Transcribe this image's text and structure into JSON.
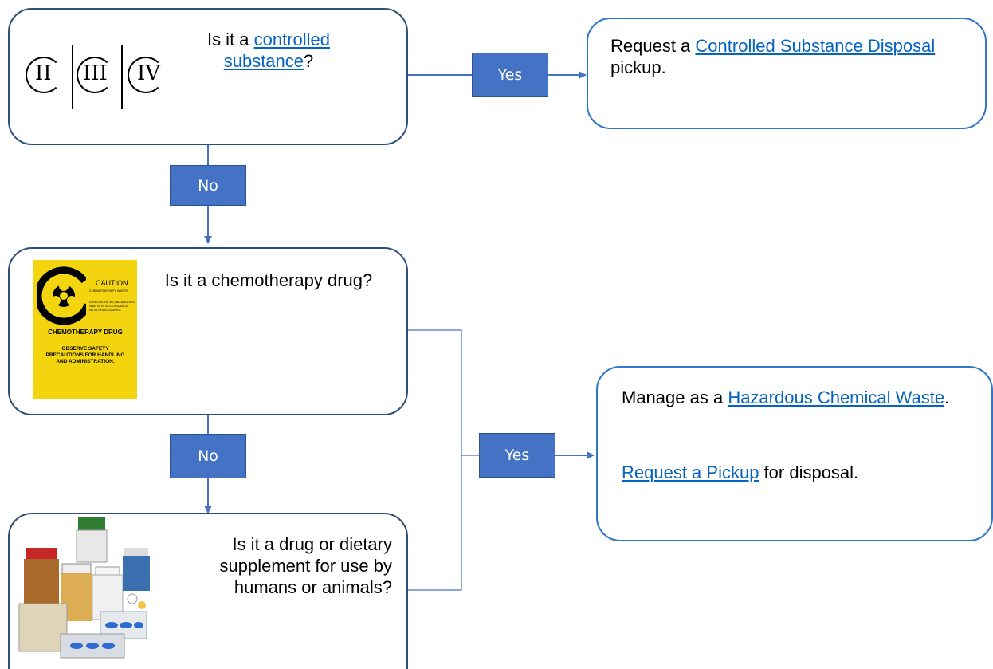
{
  "q1": {
    "prefix": "Is it a ",
    "link": "controlled substance",
    "suffix": "?",
    "schedules": [
      "II",
      "III",
      "IV"
    ]
  },
  "q2": {
    "text": "Is it a chemotherapy drug?",
    "label": {
      "caution": "CAUTION",
      "small1": "CHEMOTHERAPY WASTE",
      "small2": "DISPOSE OF AS HAZARDOUS WASTE IN ACCORDANCE WITH PROCEDURES",
      "heading": "CHEMOTHERAPY DRUG",
      "observe": "OBSERVE SAFETY PRECAUTIONS FOR HANDLING AND ADMINISTRATION."
    }
  },
  "q3": {
    "text": "Is it a drug or dietary supplement for use by humans or animals?"
  },
  "yes_label": "Yes",
  "no_label": "No",
  "outcome1": {
    "prefix": "Request a ",
    "link": "Controlled Substance Disposal",
    "suffix": " pickup."
  },
  "outcome2": {
    "prefix": "Manage as a ",
    "link": "Hazardous Chemical Waste",
    "suffix": ".",
    "link2": "Request a Pickup",
    "suffix2": " for disposal."
  },
  "colors": {
    "tag_fill": "#4472c4",
    "box_border": "#2e4f7a",
    "outcome_border": "#2f75c8",
    "link": "#0563c1"
  }
}
